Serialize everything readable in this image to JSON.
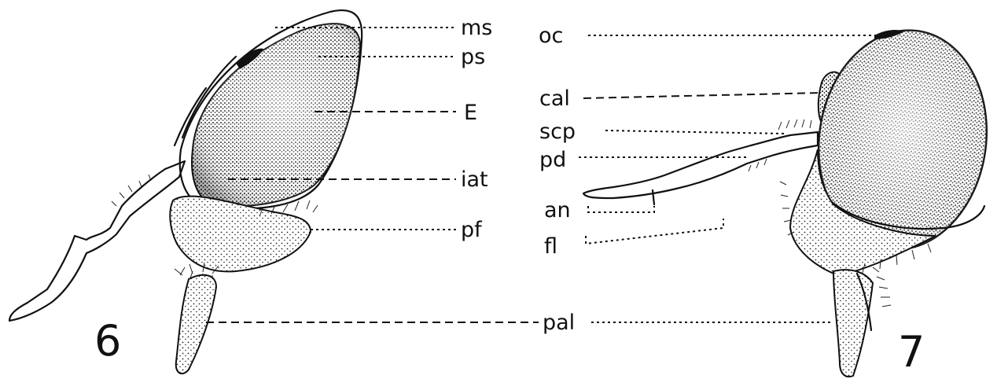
{
  "figures": [
    {
      "number": "6",
      "labels": [
        "ms",
        "ps",
        "E",
        "iat",
        "pf",
        "pal"
      ]
    },
    {
      "number": "7",
      "labels": [
        "oc",
        "cal",
        "scp",
        "pd",
        "an",
        "fl"
      ]
    }
  ]
}
